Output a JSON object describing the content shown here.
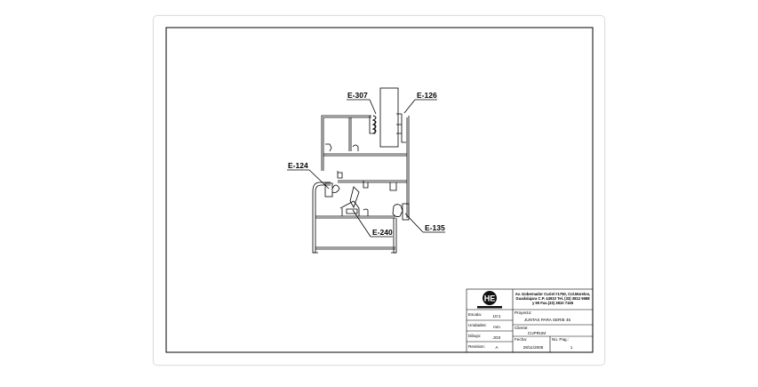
{
  "callouts": {
    "e307": "E-307",
    "e126": "E-126",
    "e124": "E-124",
    "e240": "E-240",
    "e135": "E-135"
  },
  "title_block": {
    "logo_text": "HE",
    "address": [
      "Av. Gobernador Curiel #1750, Col.Morelos,",
      "Guadalajara C.P. 44910 Tel. (33) 3812 9688",
      "y 99 Fax.(33) 3810 7165"
    ],
    "escala_label": "Escala:",
    "escala_value": "10:1",
    "unidades_label": "Unidades:",
    "unidades_value": "mm",
    "dibujo_label": "Dibujo:",
    "dibujo_value": "JGS",
    "revision_label": "Revision:",
    "revision_value": "A",
    "proyecto_label": "Proyecto:",
    "proyecto_value": "JUNTAS PARA SERIE 45",
    "cliente_label": "Cliente:",
    "cliente_value": "CUPRUM",
    "fecha_label": "Fecha:",
    "fecha_value": "28/11/2005",
    "nopag_label": "No. Pag.:",
    "nopag_value": "1"
  }
}
